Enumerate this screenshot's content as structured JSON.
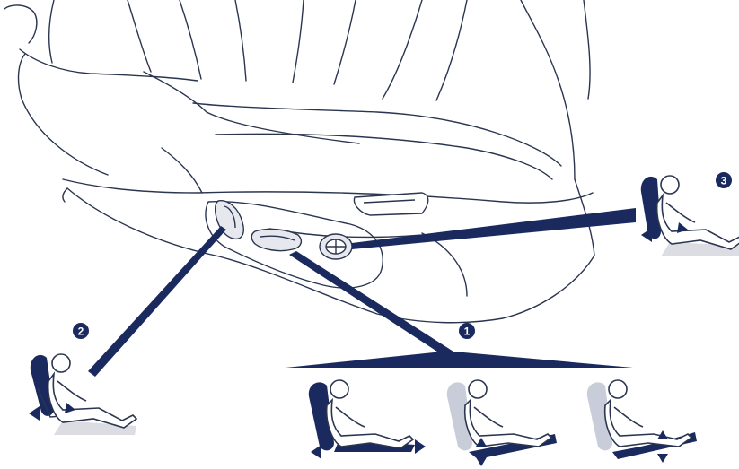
{
  "colors": {
    "navy": "#1b2a5e",
    "line": "#2a3550",
    "skin_fill": "#ffffff",
    "faded": "#c9cdd9",
    "base_grey": "#dcdde3",
    "background": "#ffffff"
  },
  "callouts": [
    {
      "id": "1",
      "label": "1"
    },
    {
      "id": "2",
      "label": "2"
    },
    {
      "id": "3",
      "label": "3"
    }
  ],
  "icons": {
    "seat_outline": "seat-side-view",
    "control_knob": "lumbar-rotary-knob",
    "control_lever_vertical": "backrest-tilt-switch",
    "control_lever_horizontal": "seat-position-switch",
    "door_handle": "seat-side-handle",
    "occupant": "seated-person-pictogram",
    "arrows": [
      "arrow-left",
      "arrow-right",
      "arrow-up-down"
    ]
  }
}
